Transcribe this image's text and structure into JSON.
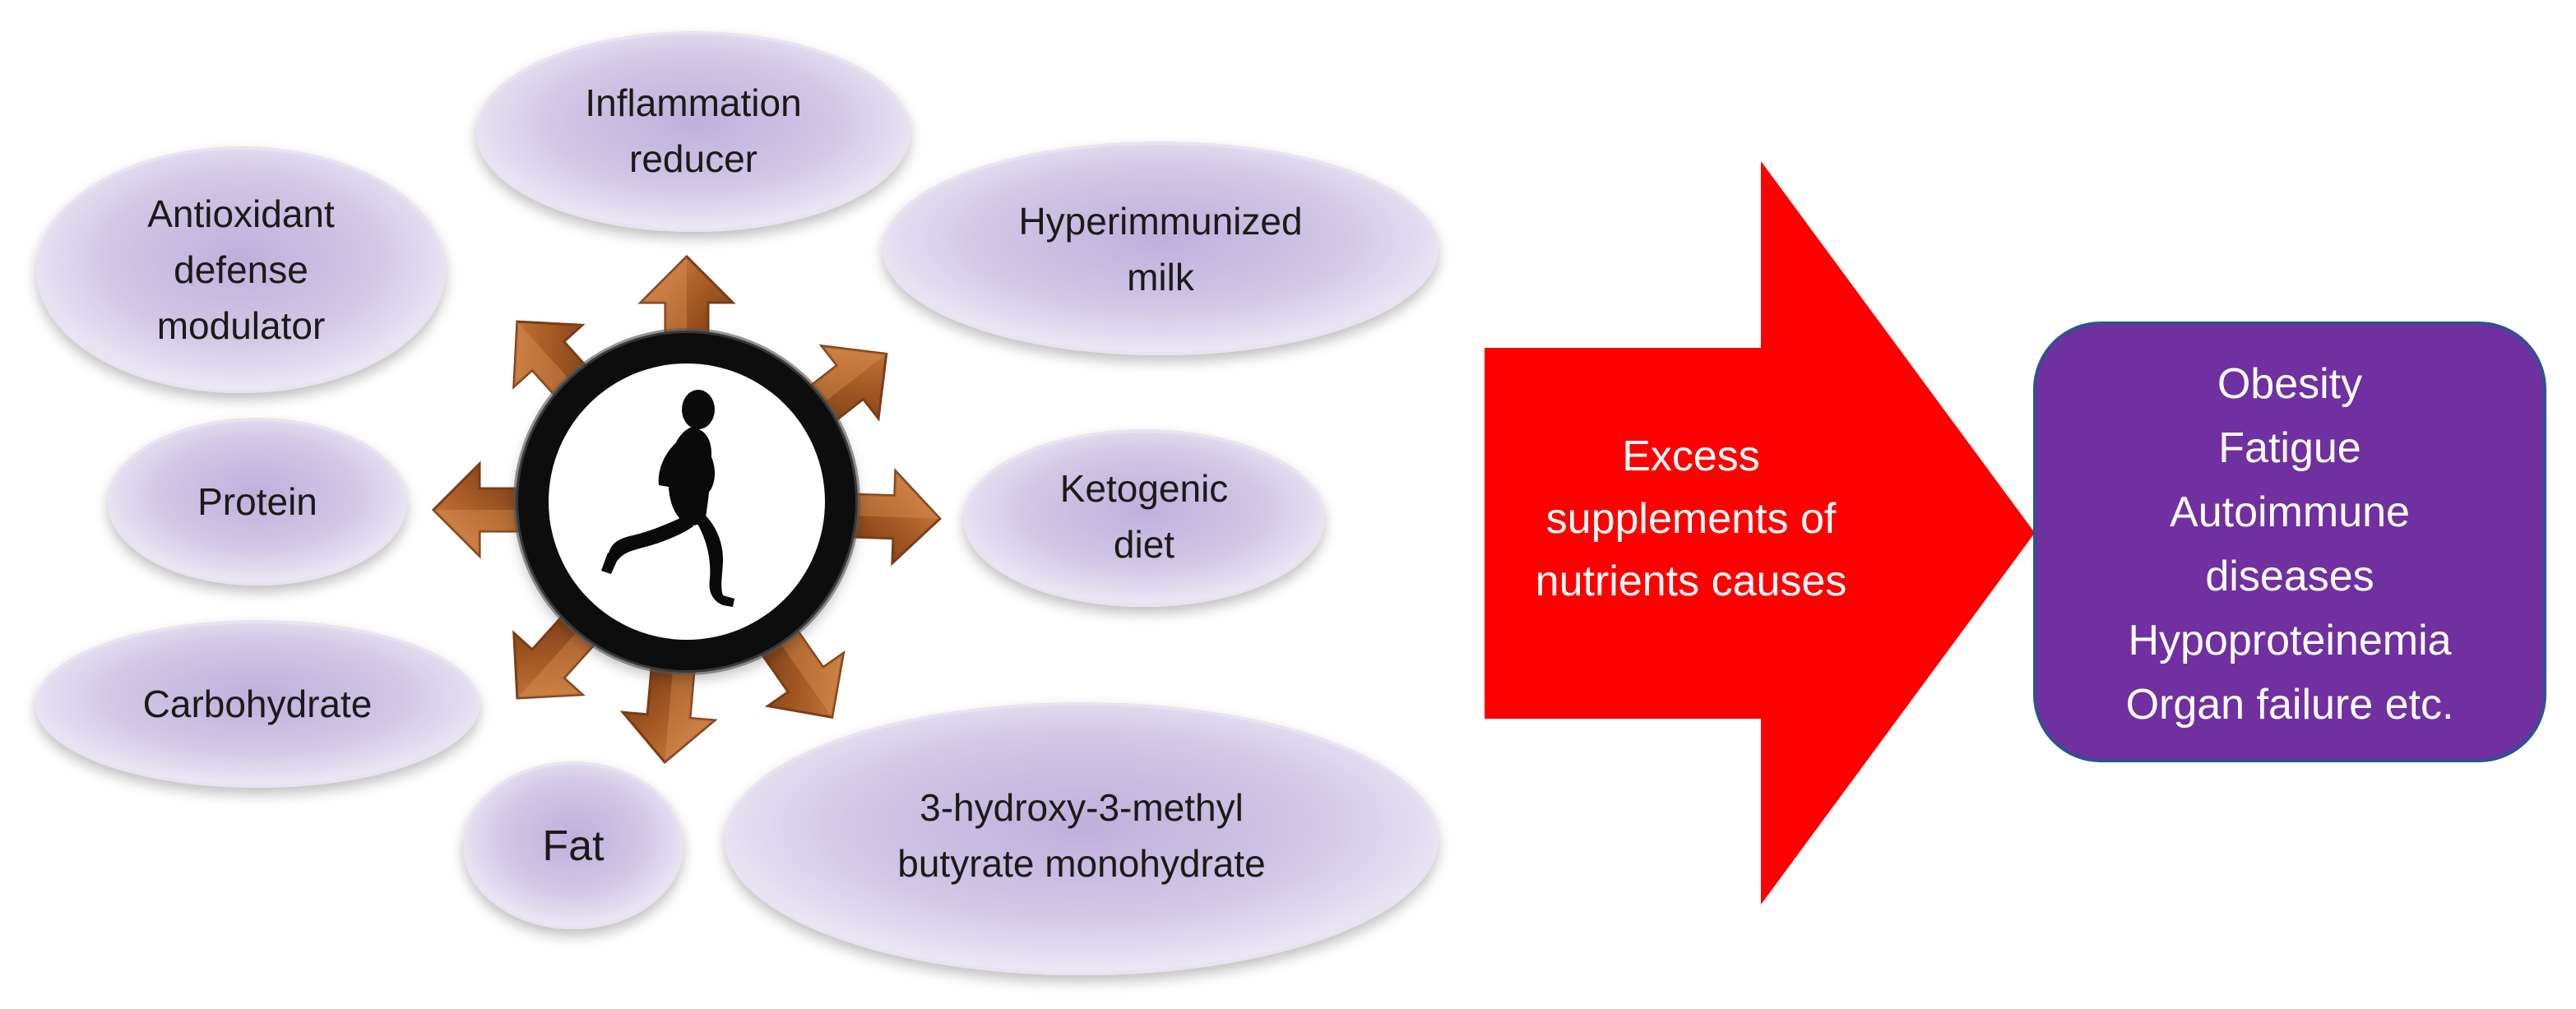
{
  "supplements": {
    "inflammation_reducer": [
      "Inflammation",
      "reducer"
    ],
    "hyperimmunized_milk": [
      "Hyperimmunized",
      "milk"
    ],
    "antioxidant": [
      "Antioxidant",
      "defense",
      "modulator"
    ],
    "protein": [
      "Protein"
    ],
    "ketogenic_diet": [
      "Ketogenic",
      "diet"
    ],
    "carbohydrate": [
      "Carbohydrate"
    ],
    "fat": [
      "Fat"
    ],
    "hmb": [
      "3-hydroxy-3-methyl",
      "butyrate monohydrate"
    ]
  },
  "cause_arrow": {
    "lines": [
      "Excess",
      "supplements of",
      "nutrients causes"
    ],
    "color": "#ff0000"
  },
  "effects": {
    "lines": [
      "Obesity",
      "Fatigue",
      "Autoimmune",
      "diseases",
      "Hypoproteinemia",
      "Organ failure etc."
    ],
    "color": "#7030a0"
  },
  "hub": {
    "icon": "runner-icon",
    "arrow_color": "#b0642a",
    "oval_color": "#ccc0e0"
  }
}
